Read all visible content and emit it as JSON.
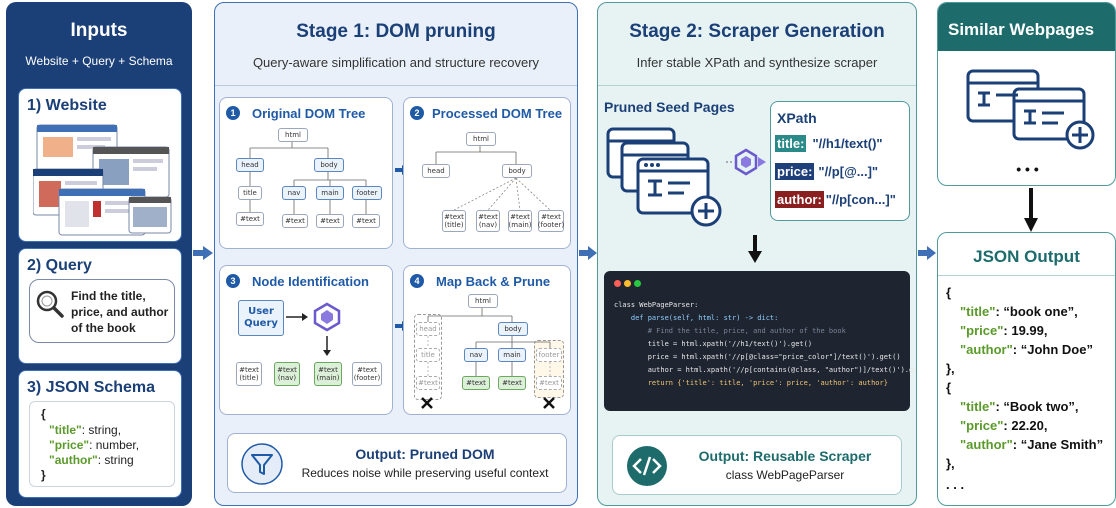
{
  "inputs": {
    "title": "Inputs",
    "subtitle": "Website + Query + Schema",
    "website_title": "1) Website",
    "query_title": "2) Query",
    "query_text": [
      "Find the title,",
      "price, and author",
      "of the book"
    ],
    "schema_title": "3) JSON Schema",
    "schema_open": "{",
    "schema_lines": [
      {
        "key": "\"title\"",
        "rest": ": string,"
      },
      {
        "key": "\"price\"",
        "rest": ": number,"
      },
      {
        "key": "\"author\"",
        "rest": ": string"
      }
    ],
    "schema_close": "}"
  },
  "stage1": {
    "title": "Stage 1: DOM pruning",
    "subtitle": "Query-aware simplification and structure recovery",
    "boxes": [
      {
        "num": "1",
        "title": "Original DOM Tree"
      },
      {
        "num": "2",
        "title": "Processed DOM Tree"
      },
      {
        "num": "3",
        "title": "Node Identification"
      },
      {
        "num": "4",
        "title": "Map Back & Prune"
      }
    ],
    "tree1": {
      "html": "html",
      "head": "head",
      "body": "body",
      "title": "title",
      "nav": "nav",
      "main": "main",
      "footer": "footer",
      "text": "#text"
    },
    "tree2": {
      "html": "html",
      "head": "head",
      "body": "body",
      "leaves": [
        "#text\n(title)",
        "#text\n(nav)",
        "#text\n(main)",
        "#text\n(footer)"
      ]
    },
    "node_id": {
      "user_query": "User\nQuery",
      "leaves": [
        "#text\n(title)",
        "#text\n(nav)",
        "#text\n(main)",
        "#text\n(footer)"
      ]
    },
    "tree4": {
      "html": "html",
      "head": "head",
      "body": "body",
      "title": "title",
      "nav": "nav",
      "main": "main",
      "footer": "footer",
      "text": "#text"
    },
    "output_title": "Output: Pruned DOM",
    "output_sub": "Reduces noise while preserving useful context"
  },
  "stage2": {
    "title": "Stage 2: Scraper Generation",
    "subtitle": "Infer stable XPath and synthesize scraper",
    "seed_label": "Pruned Seed Pages",
    "xpath_title": "XPath",
    "xpath": [
      {
        "key": "title:",
        "value": "\"//h1/text()\"",
        "color": "#2a8a8a"
      },
      {
        "key": "price:",
        "value": "\"//p[@...]\"",
        "color": "#1f3f7a"
      },
      {
        "key": "author:",
        "value": "\"//p[con...]\"",
        "color": "#8a1f1f"
      }
    ],
    "code_lines": [
      "class WebPageParser:",
      "    def parse(self, html: str) -> dict:",
      "        # Find the title, price, and author of the book",
      "        title = html.xpath('//h1/text()').get()",
      "        price = html.xpath('//p[@class=\"price_color\"]/text()').get()",
      "        author = html.xpath('//p[contains(@class, \"author\")]/text()').get()",
      "        return {'title': title, 'price': price, 'author': author}"
    ],
    "output_title": "Output: Reusable Scraper",
    "output_sub": "class WebPageParser"
  },
  "similar": {
    "title": "Similar Webpages",
    "dots": "• • •"
  },
  "json_output": {
    "title": "JSON Output",
    "lines": [
      {
        "type": "brace",
        "text": "{"
      },
      {
        "type": "kv",
        "key": "\"title\"",
        "value": ": “book one”,"
      },
      {
        "type": "kv",
        "key": "\"price\"",
        "value": ": 19.99,"
      },
      {
        "type": "kv",
        "key": "\"author\"",
        "value": ": “John Doe”"
      },
      {
        "type": "brace",
        "text": "},"
      },
      {
        "type": "brace",
        "text": "{"
      },
      {
        "type": "kv",
        "key": "\"title\"",
        "value": ": “Book two”,"
      },
      {
        "type": "kv",
        "key": "\"price\"",
        "value": ": 22.20,"
      },
      {
        "type": "kv",
        "key": "\"author\"",
        "value": ": “Jane Smith”"
      },
      {
        "type": "brace",
        "text": "},"
      },
      {
        "type": "brace",
        "text": ". . ."
      }
    ]
  },
  "colors": {
    "navy": "#1b3f77",
    "stage1_border": "#3f6fb4",
    "stage2_border": "#4f9a9a",
    "teal_dark": "#1d6b6b",
    "key_green": "#5a9a2a"
  }
}
